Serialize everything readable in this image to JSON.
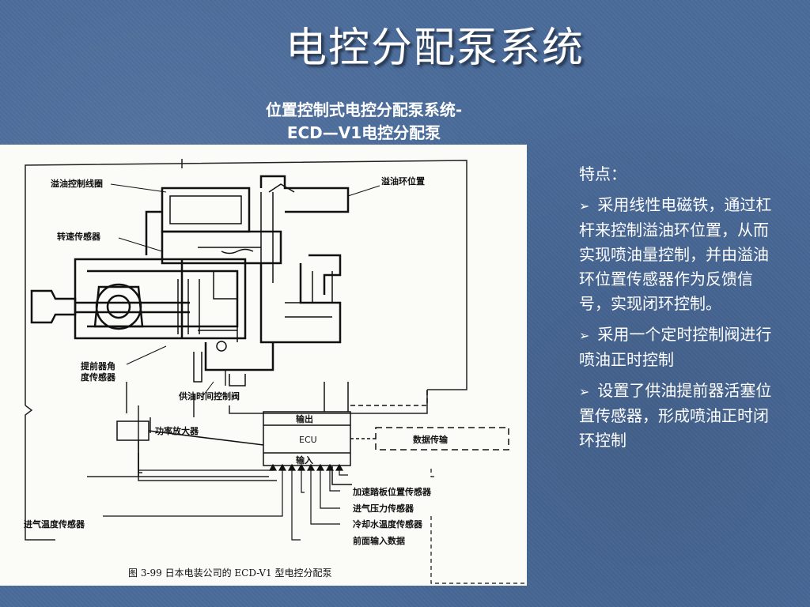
{
  "slide": {
    "title": "电控分配泵系统",
    "subtitle_line1": "位置控制式电控分配泵系统-",
    "subtitle_line2_bold": "ECD—V1",
    "subtitle_line2_rest": "电控分配泵"
  },
  "diagram": {
    "labels": {
      "spill_coil": "溢油控制线圈",
      "spill_ring_position": "溢油环位置",
      "speed_sensor": "转速传感器",
      "advance_angle_line1": "提前器角",
      "advance_angle_line2": "度传感器",
      "timing_valve": "供油时间控制阀",
      "power_amp": "功率放大器",
      "output": "输出",
      "ecu": "ECU",
      "input": "输入",
      "data_transfer": "数据传输",
      "accel_pedal_sensor": "加速踏板位置传感器",
      "intake_pressure_sensor": "进气压力传感器",
      "coolant_temp_sensor": "冷却水温度传感器",
      "intake_temp_sensor": "进气温度传感器",
      "front_input_data": "前面输入数据"
    },
    "caption": "图 3-99   日本电装公司的 ECD-V1 型电控分配泵"
  },
  "features": {
    "heading": "特点：",
    "items": [
      "采用线性电磁铁，通过杠杆来控制溢油环位置，从而实现喷油量控制，并由溢油环位置传感器作为反馈信号，实现闭环控制。",
      "采用一个定时控制阀进行喷油正时控制",
      "设置了供油提前器活塞位置传感器，形成喷油正时闭环控制"
    ]
  }
}
